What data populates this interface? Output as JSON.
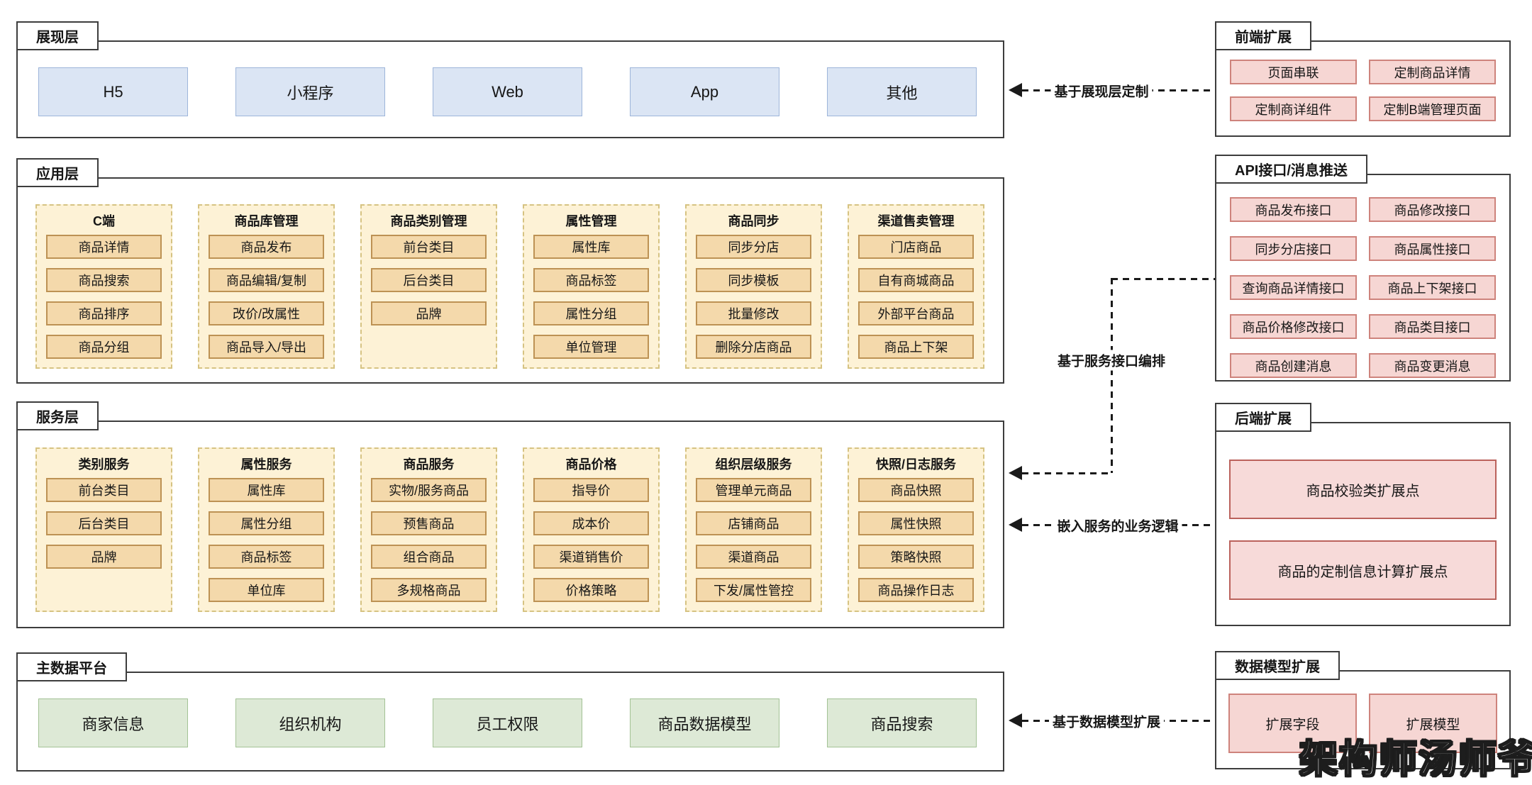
{
  "colors": {
    "frame_border": "#3d3d3d",
    "blue_fill": "#dbe5f4",
    "blue_border": "#9db5da",
    "column_fill": "#fdf2d6",
    "column_border": "#d6c382",
    "tan_fill": "#f4d9ab",
    "tan_border": "#bd9254",
    "pink_fill": "#f6d6d3",
    "pink_border": "#ce837c",
    "green_fill": "#dde9d6",
    "green_border": "#a3c295",
    "arrow": "#1a1a1a"
  },
  "layers": [
    {
      "tab": "展现层",
      "boxes": [
        "H5",
        "小程序",
        "Web",
        "App",
        "其他"
      ]
    },
    {
      "tab": "应用层",
      "columns": [
        {
          "title": "C端",
          "items": [
            "商品详情",
            "商品搜索",
            "商品排序",
            "商品分组"
          ]
        },
        {
          "title": "商品库管理",
          "items": [
            "商品发布",
            "商品编辑/复制",
            "改价/改属性",
            "商品导入/导出"
          ]
        },
        {
          "title": "商品类别管理",
          "items": [
            "前台类目",
            "后台类目",
            "品牌"
          ]
        },
        {
          "title": "属性管理",
          "items": [
            "属性库",
            "商品标签",
            "属性分组",
            "单位管理"
          ]
        },
        {
          "title": "商品同步",
          "items": [
            "同步分店",
            "同步模板",
            "批量修改",
            "删除分店商品"
          ]
        },
        {
          "title": "渠道售卖管理",
          "items": [
            "门店商品",
            "自有商城商品",
            "外部平台商品",
            "商品上下架"
          ]
        }
      ]
    },
    {
      "tab": "服务层",
      "columns": [
        {
          "title": "类别服务",
          "items": [
            "前台类目",
            "后台类目",
            "品牌"
          ]
        },
        {
          "title": "属性服务",
          "items": [
            "属性库",
            "属性分组",
            "商品标签",
            "单位库"
          ]
        },
        {
          "title": "商品服务",
          "items": [
            "实物/服务商品",
            "预售商品",
            "组合商品",
            "多规格商品"
          ]
        },
        {
          "title": "商品价格",
          "items": [
            "指导价",
            "成本价",
            "渠道销售价",
            "价格策略"
          ]
        },
        {
          "title": "组织层级服务",
          "items": [
            "管理单元商品",
            "店铺商品",
            "渠道商品",
            "下发/属性管控"
          ]
        },
        {
          "title": "快照/日志服务",
          "items": [
            "商品快照",
            "属性快照",
            "策略快照",
            "商品操作日志"
          ]
        }
      ]
    },
    {
      "tab": "主数据平台",
      "boxes": [
        "商家信息",
        "组织机构",
        "员工权限",
        "商品数据模型",
        "商品搜索"
      ]
    }
  ],
  "panels": [
    {
      "tab": "前端扩展",
      "items": [
        "页面串联",
        "定制商品详情",
        "定制商详组件",
        "定制B端管理页面"
      ]
    },
    {
      "tab": "API接口/消息推送",
      "items": [
        "商品发布接口",
        "商品修改接口",
        "同步分店接口",
        "商品属性接口",
        "查询商品详情接口",
        "商品上下架接口",
        "商品价格修改接口",
        "商品类目接口",
        "商品创建消息",
        "商品变更消息"
      ]
    },
    {
      "tab": "后端扩展",
      "items": [
        "商品校验类扩展点",
        "商品的定制信息计算扩展点"
      ]
    },
    {
      "tab": "数据模型扩展",
      "items": [
        "扩展字段",
        "扩展模型"
      ]
    }
  ],
  "arrows": [
    {
      "label": "基于展现层定制"
    },
    {
      "label": "基于服务接口编排"
    },
    {
      "label": "嵌入服务的业务逻辑"
    },
    {
      "label": "基于数据模型扩展"
    }
  ],
  "watermark": "架构师汤师爷"
}
